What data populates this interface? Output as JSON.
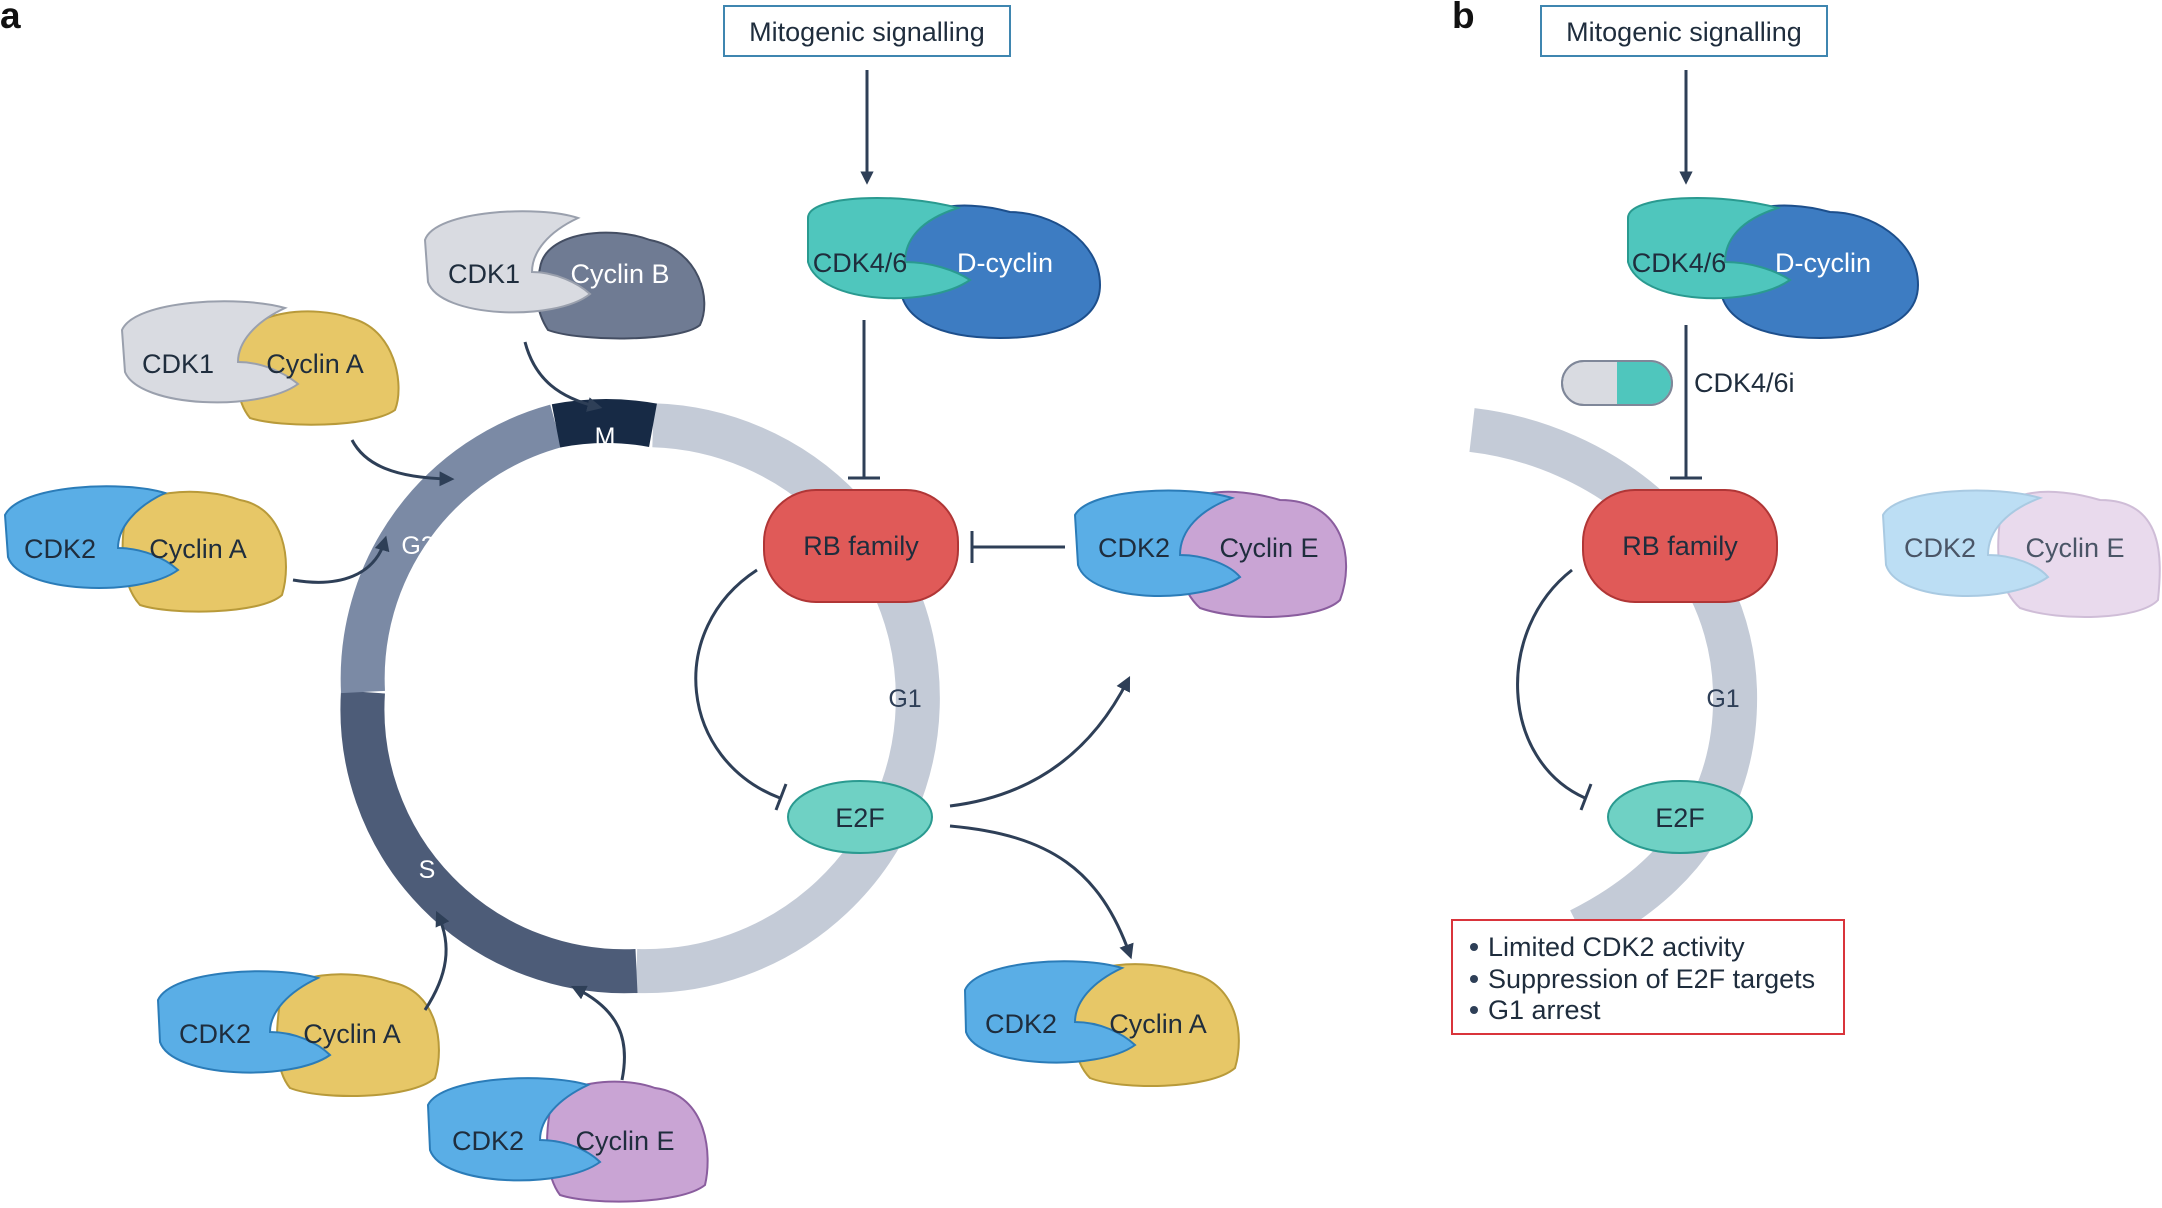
{
  "panels": {
    "a": "a",
    "b": "b"
  },
  "colors": {
    "g1": "#c4cbd7",
    "g2": "#7b8aa5",
    "s": "#4d5c78",
    "m": "#172a45",
    "cdk2": "#5aaee6",
    "cdk1": "#d9dbe1",
    "cdk46": "#4fc6bd",
    "cyclin_a": "#e7c767",
    "cyclin_b": "#6f7b93",
    "cyclin_e": "#c9a4d4",
    "d_cyclin": "#3d7cc2",
    "rb": "#e05a58",
    "e2f": "#6fd1c4",
    "arrow": "#2e3f57",
    "red_box_border": "#d9343b",
    "signal_box_border": "#3f86b0"
  },
  "panel_a": {
    "signal": "Mitogenic signalling",
    "phases": {
      "m": "M",
      "g2": "G2",
      "s": "S",
      "g1": "G1"
    },
    "rb_family": "RB family",
    "e2f": "E2F",
    "complexes": {
      "cdk1_cyclin_b": {
        "cdk": "CDK1",
        "cyclin": "Cyclin B"
      },
      "cdk1_cyclin_a": {
        "cdk": "CDK1",
        "cyclin": "Cyclin A"
      },
      "cdk2_cyclin_a_left": {
        "cdk": "CDK2",
        "cyclin": "Cyclin A"
      },
      "cdk46_d_cyclin": {
        "cdk": "CDK4/6",
        "cyclin": "D-cyclin"
      },
      "cdk2_cyclin_e_right": {
        "cdk": "CDK2",
        "cyclin": "Cyclin E"
      },
      "cdk2_cyclin_a_bottom_left": {
        "cdk": "CDK2",
        "cyclin": "Cyclin A"
      },
      "cdk2_cyclin_e_bottom": {
        "cdk": "CDK2",
        "cyclin": "Cyclin E"
      },
      "cdk2_cyclin_a_bottom_right": {
        "cdk": "CDK2",
        "cyclin": "Cyclin A"
      }
    }
  },
  "panel_b": {
    "signal": "Mitogenic signalling",
    "inhibitor": "CDK4/6i",
    "phase_g1": "G1",
    "rb_family": "RB family",
    "e2f": "E2F",
    "complexes": {
      "cdk46_d_cyclin": {
        "cdk": "CDK4/6",
        "cyclin": "D-cyclin"
      },
      "cdk2_cyclin_e_faded": {
        "cdk": "CDK2",
        "cyclin": "Cyclin E"
      }
    },
    "outcomes": [
      "Limited CDK2 activity",
      "Suppression of E2F targets",
      "G1 arrest"
    ]
  }
}
